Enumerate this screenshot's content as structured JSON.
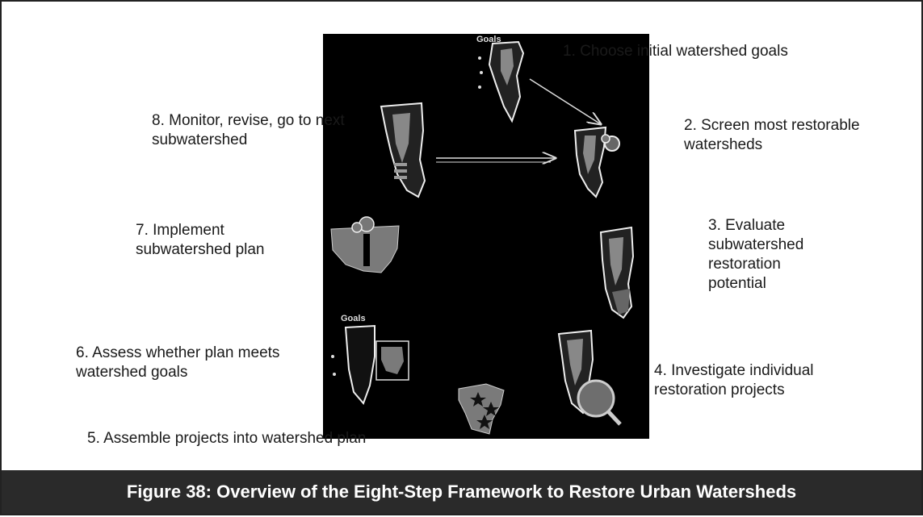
{
  "steps": [
    {
      "label": "1. Choose initial watershed goals"
    },
    {
      "label": "2. Screen most restorable watersheds"
    },
    {
      "label": "3. Evaluate subwatershed restoration potential"
    },
    {
      "label": "4. Investigate individual restoration projects"
    },
    {
      "label": "5. Assemble projects into watershed plan"
    },
    {
      "label": "6. Assess whether plan meets watershed goals"
    },
    {
      "label": "7. Implement subwatershed plan"
    },
    {
      "label": "8. Monitor, revise, go to next subwatershed"
    }
  ],
  "goals_label": "Goals",
  "caption": "Figure 38: Overview of the Eight-Step Framework to Restore Urban Watersheds",
  "colors": {
    "panel": "#000000",
    "map_fill": "#7a7a7a",
    "map_outline": "#ffffff",
    "caption_bg": "#2a2a2a"
  },
  "icons": [
    "watershed-map-icon",
    "arrow-icon",
    "magnifier-icon",
    "star-icon",
    "box-icon"
  ]
}
